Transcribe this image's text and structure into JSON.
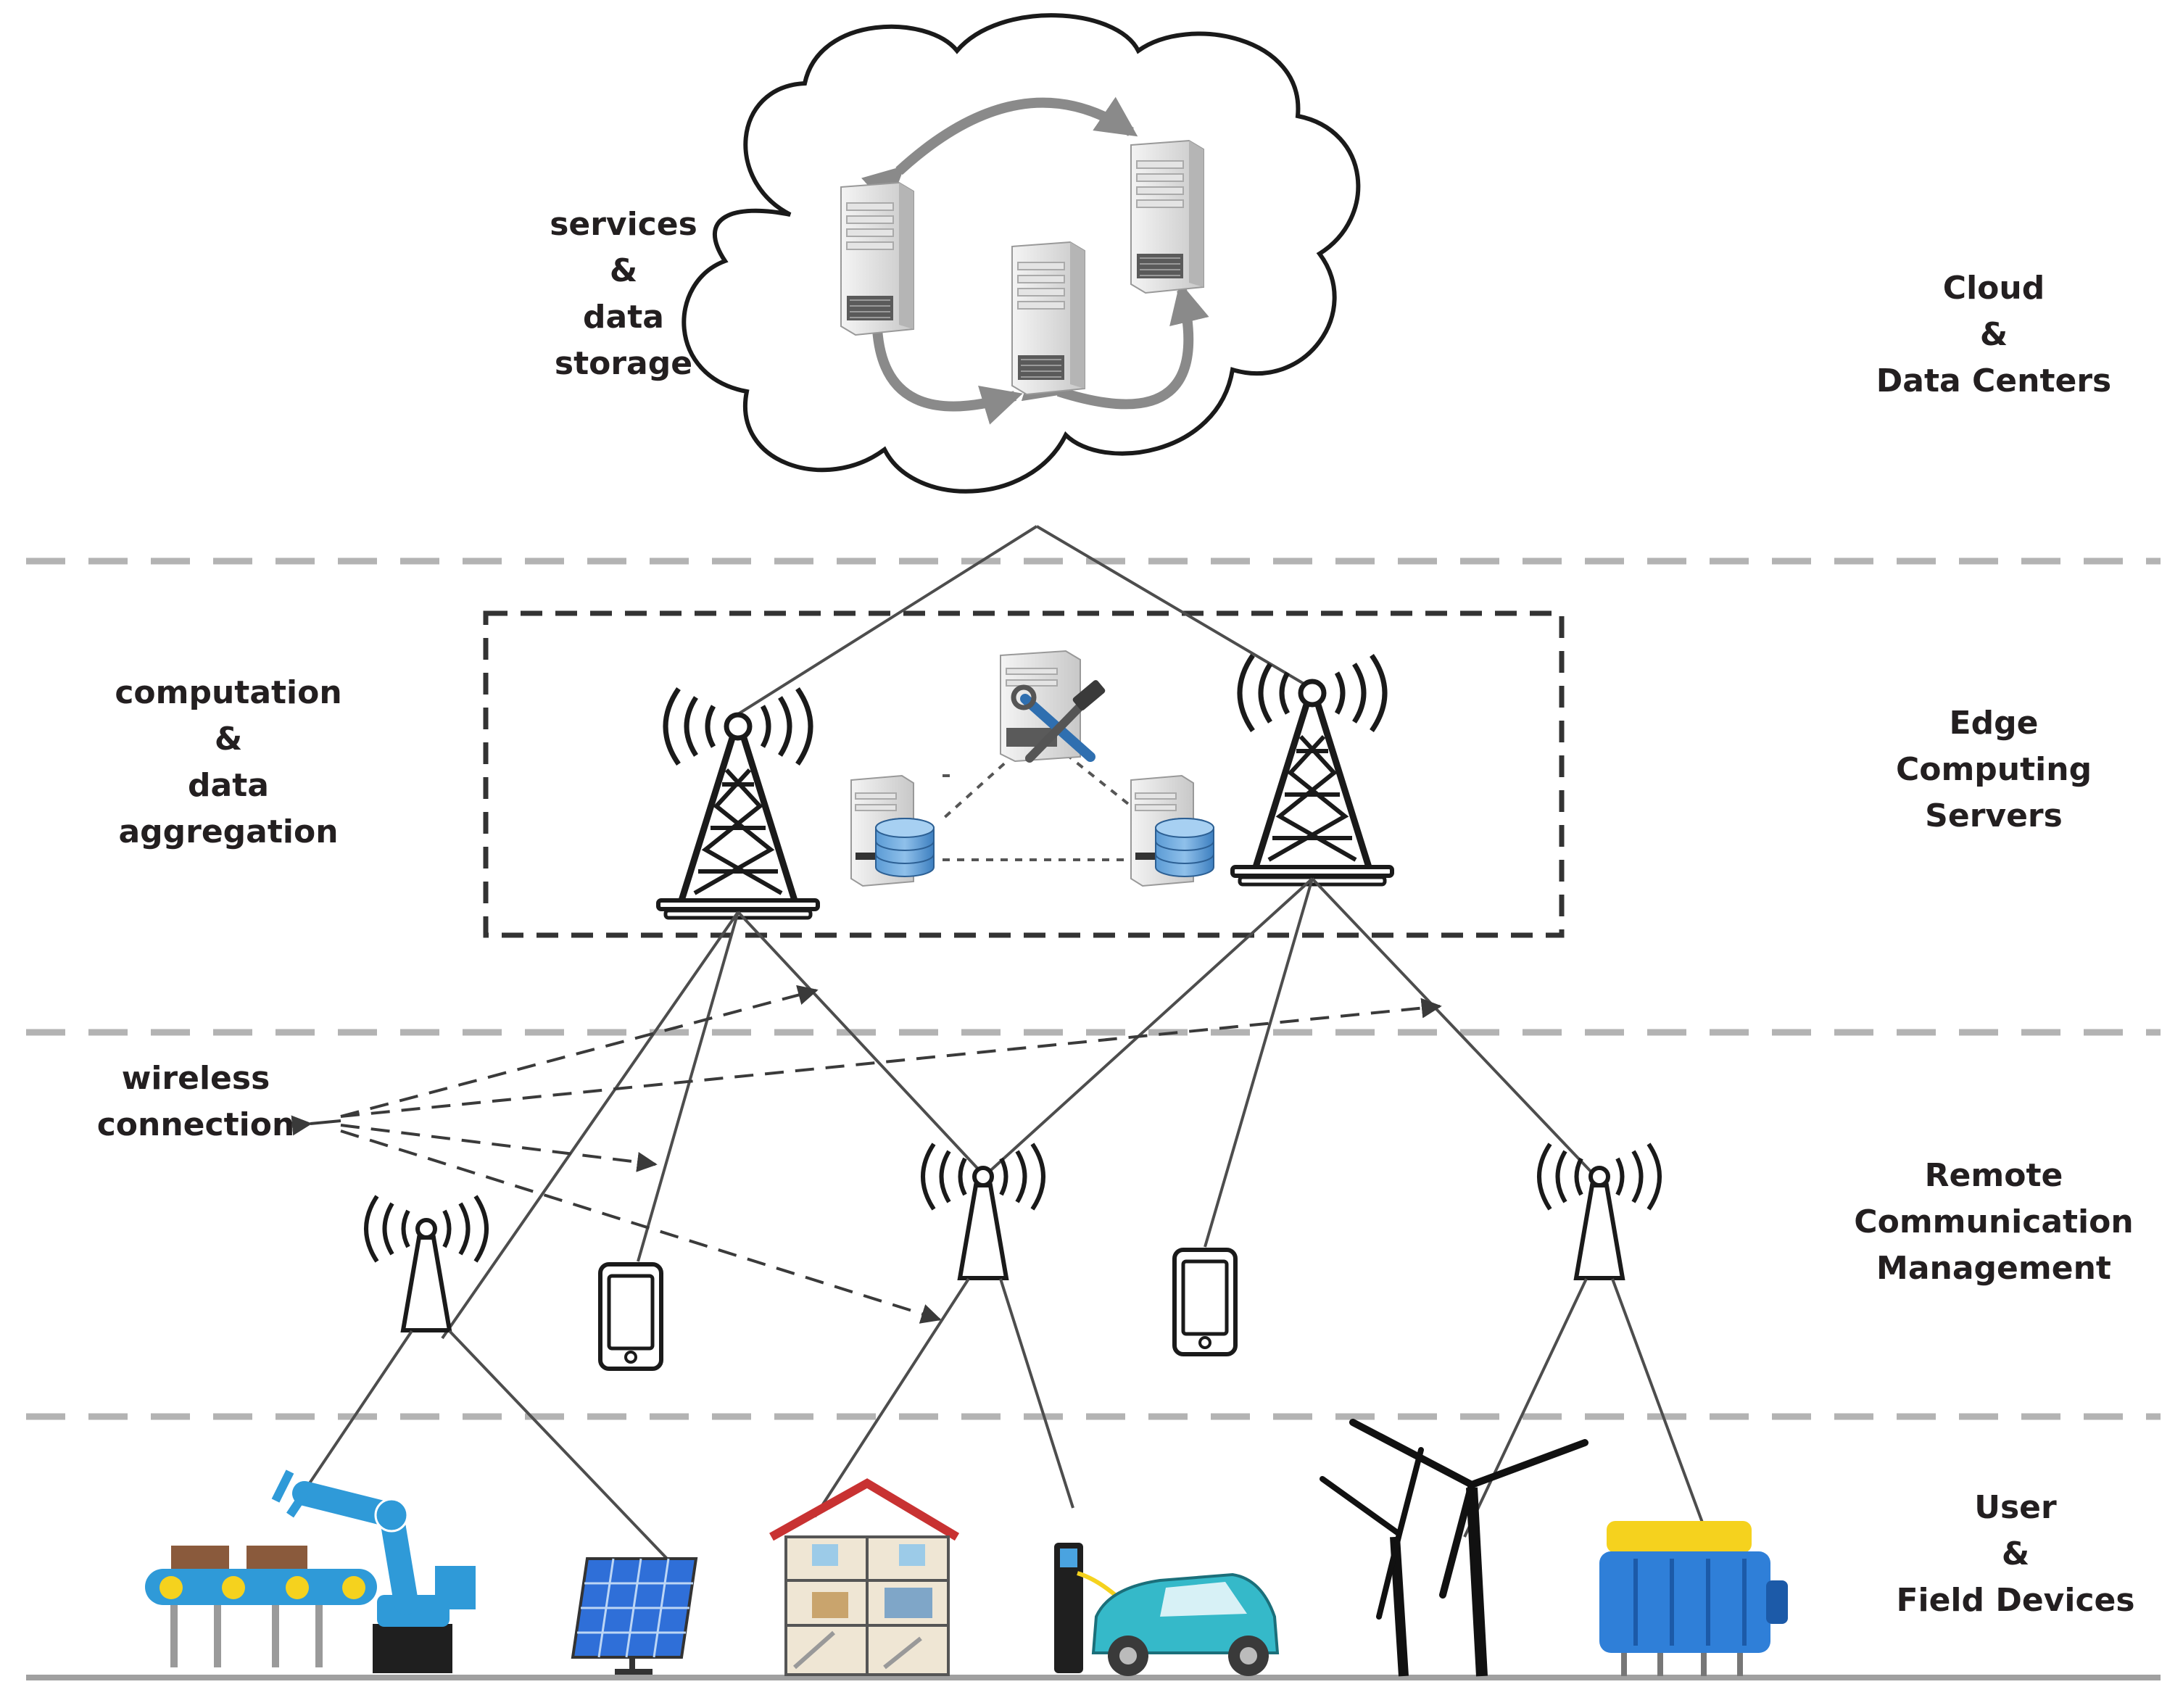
{
  "diagram": {
    "layers": {
      "cloud": {
        "lines": [
          "Cloud",
          "&",
          "Data Centers"
        ]
      },
      "edge": {
        "lines": [
          "Edge",
          "Computing",
          "Servers"
        ]
      },
      "remote": {
        "lines": [
          "Remote",
          "Communication",
          "Management"
        ]
      },
      "user": {
        "lines": [
          "User",
          "&",
          "Field Devices"
        ]
      }
    },
    "annotations": {
      "services": {
        "lines": [
          "services",
          "&",
          "data",
          "storage"
        ]
      },
      "computation": {
        "lines": [
          "computation",
          "&",
          "data",
          "aggregation"
        ]
      },
      "wireless": {
        "lines": [
          "wireless",
          "connection"
        ]
      }
    },
    "icons": [
      "cloud-icon",
      "server-tower-icon",
      "cell-tower-icon",
      "database-server-icon",
      "maintenance-server-icon",
      "antenna-icon",
      "smartphone-icon",
      "robotic-arm-conveyor-icon",
      "solar-panel-icon",
      "house-icon",
      "ev-charging-car-icon",
      "wind-turbine-icon",
      "industrial-machine-icon"
    ],
    "colors": {
      "text": "#231f20",
      "line": "#4d4d4d",
      "separator": "#b3b3b3",
      "industrial_blue": "#2f9ad8",
      "machine_yellow": "#f5d21e",
      "car_teal": "#35b9c9"
    }
  }
}
